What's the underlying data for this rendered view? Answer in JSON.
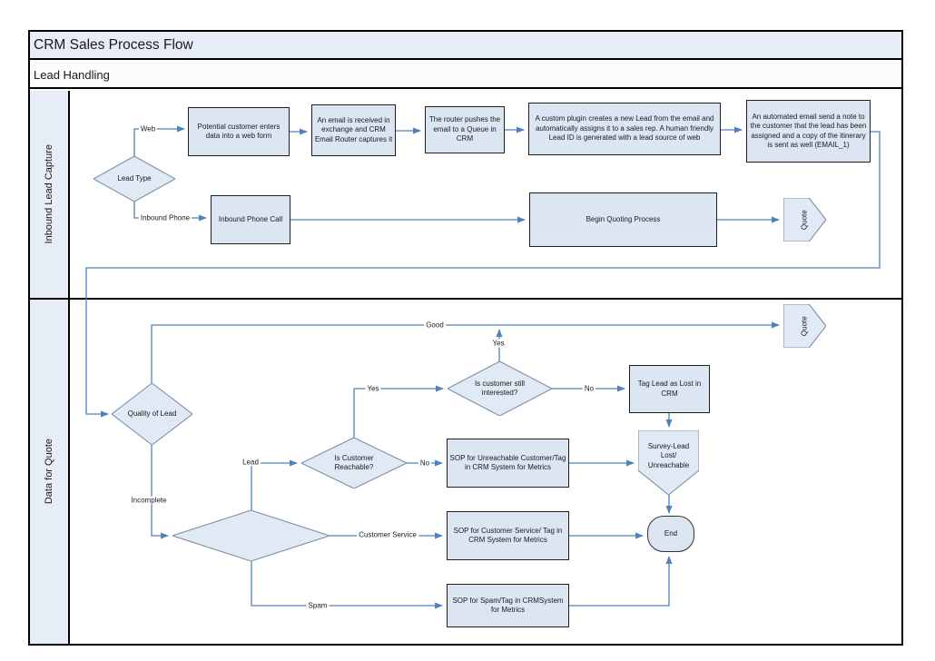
{
  "title": "CRM Sales Process Flow",
  "subtitle": "Lead Handling",
  "lanes": [
    {
      "label": "Inbound Lead Capture"
    },
    {
      "label": "Data for Quote"
    }
  ],
  "nodes": {
    "lead_type": "Lead Type",
    "web_form": "Potential customer enters data into a web form",
    "email_received": "An email is received in exchange and CRM Email Router captures it",
    "router_pushes": "The router pushes the email to a Queue in CRM",
    "custom_plugin": "A custom plugin creates a new Lead from the email and automatically assigns it to a sales rep. A human friendly Lead ID is generated with a lead source of web",
    "automated_email": "An automated email send a note to the customer that the lead has been assigned and a copy of the itinerary is sent as well (EMAIL_1)",
    "inbound_phone_call": "Inbound Phone Call",
    "begin_quoting": "Begin Quoting Process",
    "quote_top": "Quote",
    "quote_bottom": "Quote",
    "quality_of_lead": "Quality of Lead",
    "still_interested": "Is customer still interested?",
    "tag_lead_lost": "Tag Lead as Lost in CRM",
    "survey": "Survey-Lead Lost/ Unreachable",
    "customer_reachable": "Is Customer Reachable?",
    "sop_unreachable": "SOP for Unreachable Customer/Tag in CRM System for Metrics",
    "sop_customer_service": "SOP for Customer Service/ Tag in CRM System for Metrics",
    "sop_spam": "SOP for Spam/Tag in CRMSystem for Metrics",
    "end": "End"
  },
  "edge_labels": {
    "web": "Web",
    "inbound_phone": "Inbound Phone",
    "good": "Good",
    "yes_good": "Yes",
    "yes_interested": "Yes",
    "no_interested": "No",
    "lead": "Lead",
    "no_reachable": "No",
    "incomplete": "Incomplete",
    "customer_service": "Customer Service",
    "spam": "Spam"
  },
  "colors": {
    "shape_fill": "#dce6f2",
    "decision_fill": "#e0e9f4",
    "band_fill": "#e7edf6",
    "connector": "#4f81bd",
    "border_dark": "#1f1f1f",
    "border_gray": "#7f8fa9"
  }
}
